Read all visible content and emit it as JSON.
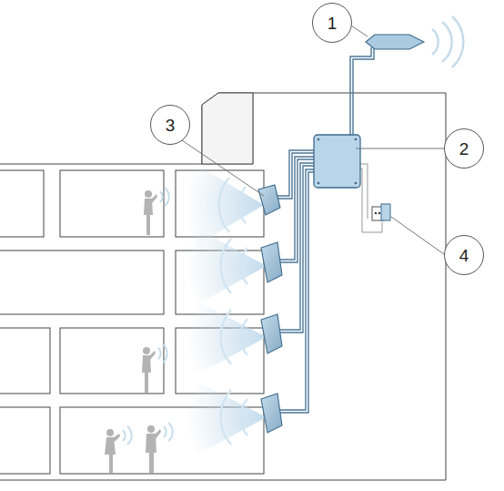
{
  "diagram": {
    "nodes": [
      {
        "text": [
          "1"
        ]
      },
      {
        "text": [
          "3"
        ]
      },
      {
        "text": [
          "2"
        ]
      },
      {
        "text": [
          "4"
        ]
      }
    ]
  }
}
